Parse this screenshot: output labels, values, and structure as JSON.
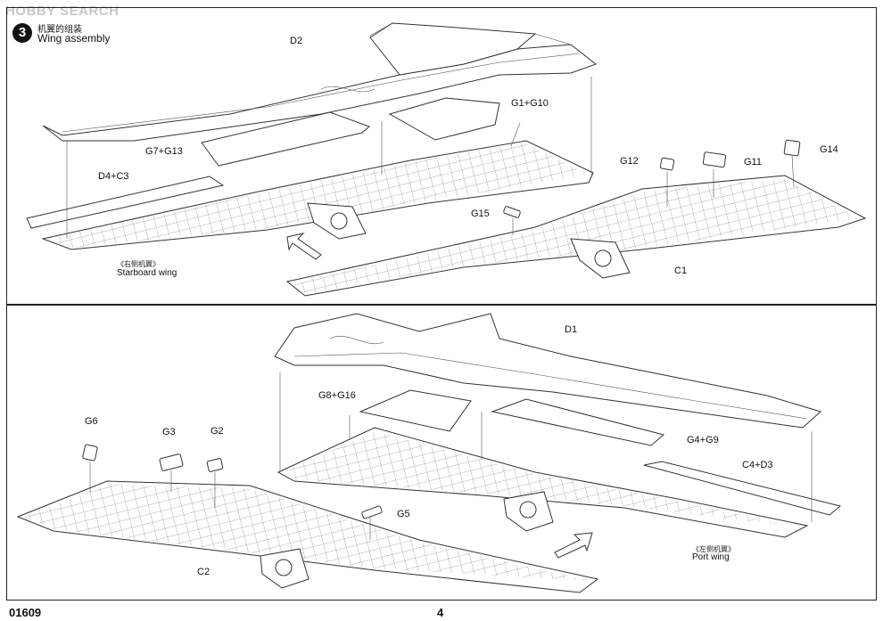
{
  "watermark": "HOBBY SEARCH",
  "step": {
    "number": "3",
    "title_cn": "机翼的组装",
    "title_en": "Wing assembly"
  },
  "top_panel": {
    "parts": {
      "d2": "D2",
      "g1g10": "G1+G10",
      "g7g13": "G7+G13",
      "d4c3": "D4+C3",
      "g12": "G12",
      "g11": "G11",
      "g14": "G14",
      "g15": "G15",
      "c1": "C1"
    },
    "caption_cn": "《右侧机翼》",
    "caption_en": "Starboard wing"
  },
  "bottom_panel": {
    "parts": {
      "d1": "D1",
      "g8g16": "G8+G16",
      "g4g9": "G4+G9",
      "c4d3": "C4+D3",
      "g6": "G6",
      "g3": "G3",
      "g2": "G2",
      "g5": "G5",
      "c2": "C2"
    },
    "caption_cn": "《左侧机翼》",
    "caption_en": "Port wing"
  },
  "footer": {
    "code": "01609",
    "page": "4"
  }
}
